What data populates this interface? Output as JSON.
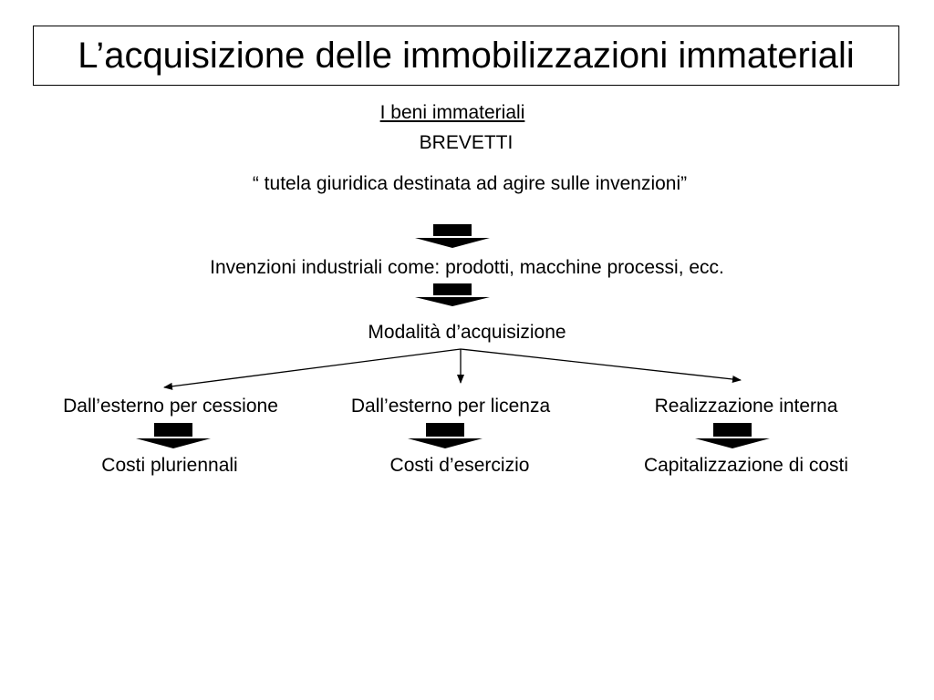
{
  "slide": {
    "title": "L’acquisizione delle immobilizzazioni immateriali",
    "section_heading": "I beni immateriali",
    "subject": "BREVETTI",
    "definition": "“ tutela giuridica  destinata ad agire sulle invenzioni”",
    "inventions": "Invenzioni industriali come: prodotti, macchine processi, ecc.",
    "acquisition_modes": "Modalità d’acquisizione"
  },
  "branches": [
    {
      "mode": "Dall’esterno per cessione",
      "outcome": "Costi pluriennali"
    },
    {
      "mode": "Dall’esterno per licenza",
      "outcome": "Costi d’esercizio"
    },
    {
      "mode": "Realizzazione interna",
      "outcome": "Capitalizzazione di costi"
    }
  ],
  "colors": {
    "text": "#000000",
    "arrows": "#000000",
    "background": "#ffffff"
  }
}
